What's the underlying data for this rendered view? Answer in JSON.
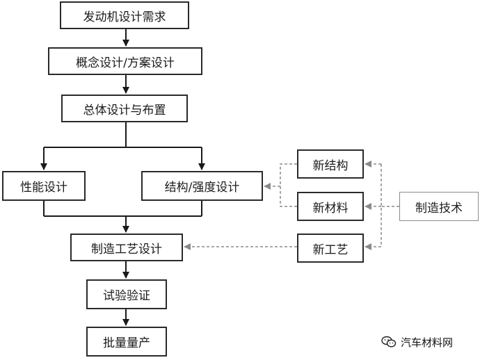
{
  "nodes": {
    "engine_req": "发动机设计需求",
    "concept": "概念设计/方案设计",
    "overall": "总体设计与布置",
    "performance": "性能设计",
    "structure": "结构/强度设计",
    "manufacturing": "制造工艺设计",
    "test": "试验验证",
    "mass": "批量量产",
    "new_structure": "新结构",
    "new_material": "新材料",
    "new_process": "新工艺",
    "mfg_tech": "制造技术"
  },
  "watermark": {
    "text": "汽车材料网",
    "icon": "wechat-icon"
  },
  "colors": {
    "box_border": "#2a2a2a",
    "solid_line": "#1a1a1a",
    "dashed_line": "#8a8a8a"
  }
}
